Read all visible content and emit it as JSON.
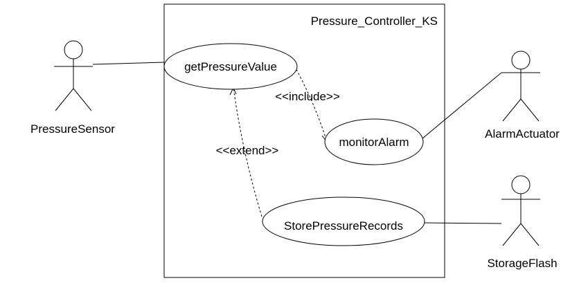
{
  "system": {
    "name": "Pressure_Controller_KS"
  },
  "use_cases": {
    "get_pressure_value": "getPressureValue",
    "monitor_alarm": "monitorAlarm",
    "store_pressure_records": "StorePressureRecords"
  },
  "actors": {
    "pressure_sensor": "PressureSensor",
    "alarm_actuator": "AlarmActuator",
    "storage_flash": "StorageFlash"
  },
  "relationships": {
    "include_label": "<<include>>",
    "extend_label": "<<extend>>"
  }
}
